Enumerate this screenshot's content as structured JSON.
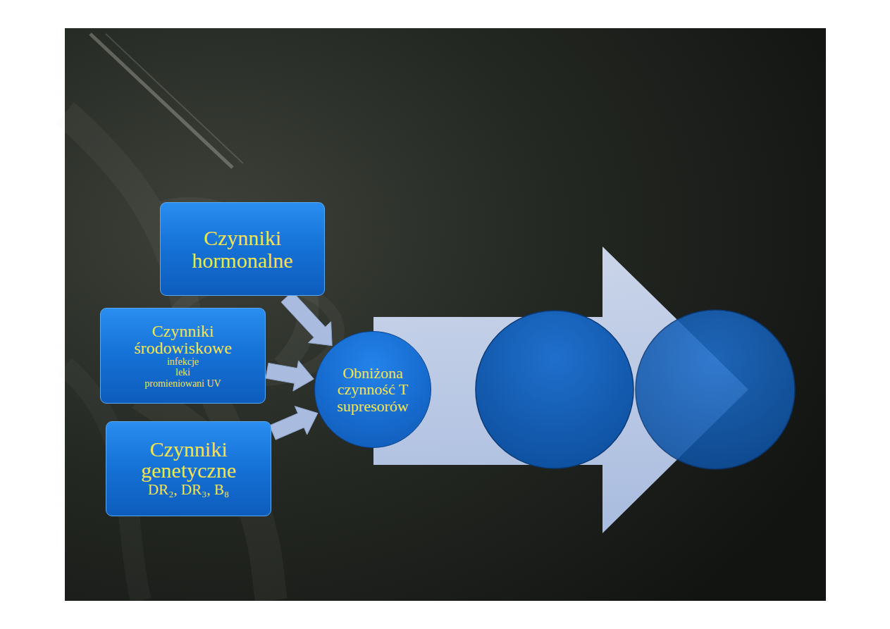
{
  "diagram": {
    "nodes": [
      {
        "text": [
          "Czynniki hormonalne"
        ]
      },
      {
        "text": [
          "Czynniki środowiskowe",
          "infekcje",
          "leki",
          "promieniowani UV"
        ]
      },
      {
        "text": [
          "Czynniki genetyczne",
          "DR₂, DR₃, B₈"
        ]
      },
      {
        "text": [
          "Obniżona czynność T supresorów"
        ]
      }
    ],
    "edges": [
      {
        "from": 0,
        "to": 3,
        "arrow": "to"
      },
      {
        "from": 1,
        "to": 3,
        "arrow": "to"
      },
      {
        "from": 2,
        "to": 3,
        "arrow": "to"
      }
    ]
  }
}
